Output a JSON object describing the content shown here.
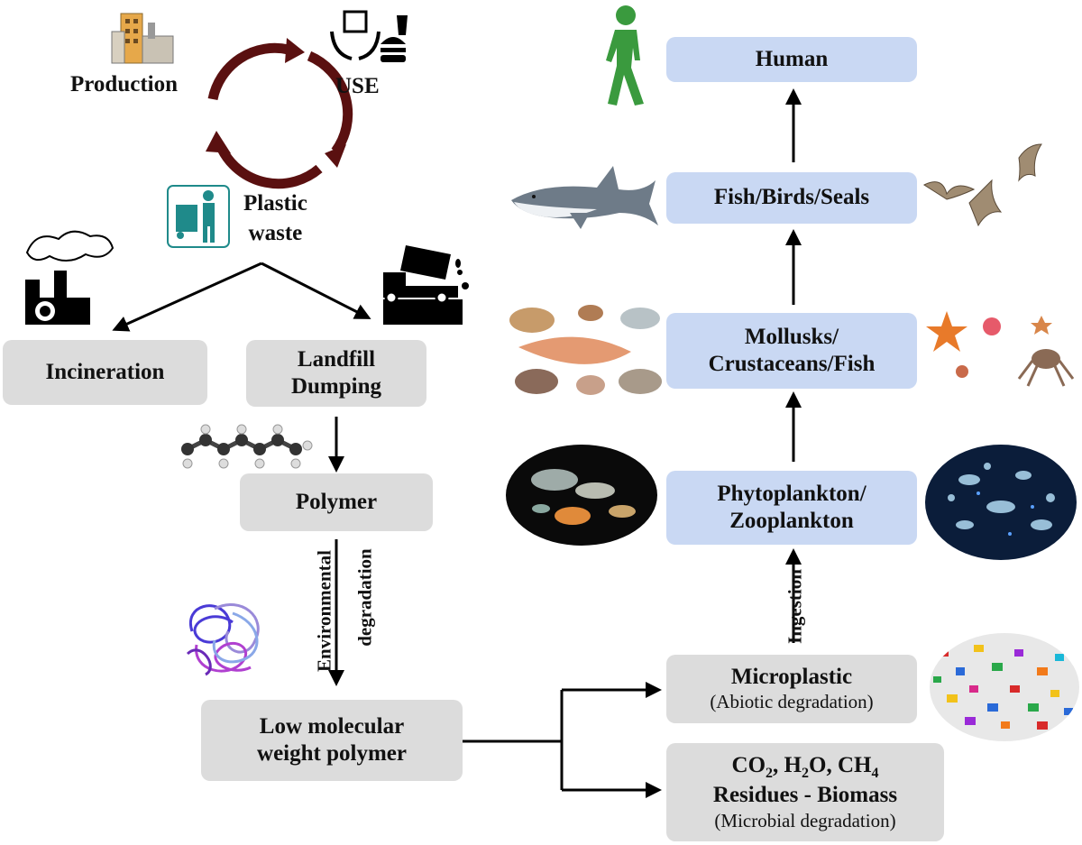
{
  "cycle": {
    "production": "Production",
    "use": "USE",
    "plastic_waste_line1": "Plastic",
    "plastic_waste_line2": "waste"
  },
  "left": {
    "incineration": "Incineration",
    "landfill_line1": "Landfill",
    "landfill_line2": "Dumping",
    "polymer": "Polymer",
    "env_line1": "Environmental",
    "env_line2": "degradation",
    "lmw_line1": "Low molecular",
    "lmw_line2": "weight polymer"
  },
  "right": {
    "human": "Human",
    "fish_birds_seals": "Fish/Birds/Seals",
    "mollusks_line1": "Mollusks/",
    "mollusks_line2": "Crustaceans/Fish",
    "plankton_line1": "Phytoplankton/",
    "plankton_line2": "Zooplankton",
    "ingestion": "Ingestion",
    "microplastic": "Microplastic",
    "microplastic_sub": "(Abiotic degradation)",
    "residues": "Residues - Biomass",
    "residues_sub": "(Microbial degradation)"
  },
  "colors": {
    "gray_box": "#dcdcdc",
    "blue_box": "#c9d8f3",
    "cycle_arrow": "#5a1010",
    "human_icon": "#3a9a3e",
    "waste_icon": "#1f8a8a"
  },
  "icons": [
    "factory-icon",
    "food-hands-icon",
    "waste-bin-icon",
    "smokestack-icon",
    "dump-truck-icon",
    "molecule-chain-icon",
    "tangled-polymer-icon",
    "human-walking-icon",
    "shark-icon",
    "seagulls-icon",
    "shells-icon",
    "starfish-crab-icon",
    "zooplankton-photo-icon",
    "plankton-photo-icon",
    "plastic-pellets-icon"
  ]
}
